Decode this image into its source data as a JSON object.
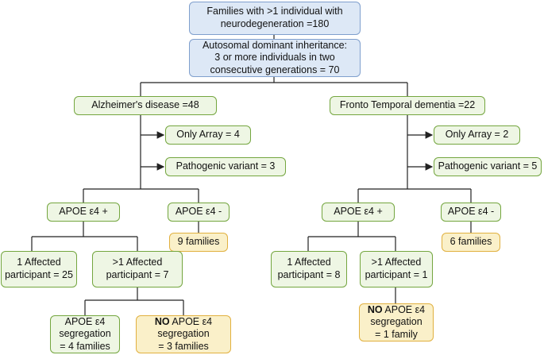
{
  "nodes": {
    "root": {
      "line1": "Families with >1 individual with",
      "line2": "neurodegeneration =180"
    },
    "autosomal": {
      "line1": "Autosomal dominant inheritance:",
      "line2": "3 or more individuals in two",
      "line3": "consecutive generations = 70"
    },
    "ad": "Alzheimer's disease =48",
    "ftd": "Fronto Temporal dementia =22",
    "ad_only_array": "Only Array = 4",
    "ad_pathogenic": "Pathogenic variant = 3",
    "ftd_only_array": "Only Array = 2",
    "ftd_pathogenic": "Pathogenic variant = 5",
    "ad_apoe_pos": "APOE ε4 +",
    "ad_apoe_neg": "APOE ε4 -",
    "ftd_apoe_pos": "APOE ε4 +",
    "ftd_apoe_neg": "APOE ε4 -",
    "ad_apoe_neg_families": "9 families",
    "ftd_apoe_neg_families": "6 families",
    "ad_one_affected": {
      "line1": "1 Affected",
      "line2": "participant = 25"
    },
    "ad_multi_affected": {
      "line1": ">1 Affected",
      "line2": "participant = 7"
    },
    "ftd_one_affected": {
      "line1": "1 Affected",
      "line2": "participant = 8"
    },
    "ftd_multi_affected": {
      "line1": ">1 Affected",
      "line2": "participant = 1"
    },
    "ad_seg_yes": {
      "line1": "APOE ε4",
      "line2": "segregation",
      "line3": "= 4 families"
    },
    "ad_seg_no": {
      "bold": "NO",
      "line1": " APOE ε4",
      "line2": "segregation",
      "line3": "= 3 families"
    },
    "ftd_seg_no": {
      "bold": "NO",
      "line1": " APOE ε4",
      "line2": "segregation",
      "line3": "= 1 family"
    }
  },
  "colors": {
    "blue_fill": "#dde8f6",
    "blue_border": "#7f9fcd",
    "green_fill": "#eef6e4",
    "green_border": "#74a63f",
    "yellow_fill": "#faf0c9",
    "yellow_border": "#e1b03f",
    "line": "#222222"
  }
}
